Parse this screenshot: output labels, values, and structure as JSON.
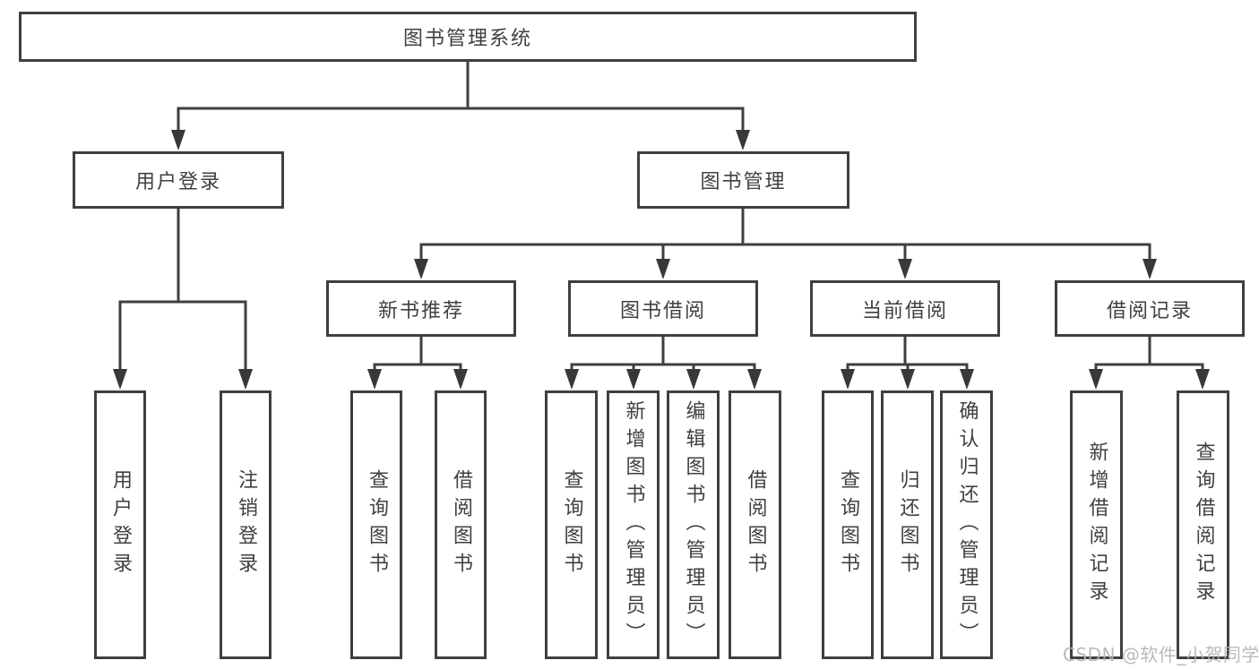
{
  "tree": {
    "root": {
      "label": "图书管理系统",
      "children": [
        {
          "label": "用户登录",
          "children": [
            {
              "label": "用户登录"
            },
            {
              "label": "注销登录"
            }
          ]
        },
        {
          "label": "图书管理",
          "children": [
            {
              "label": "新书推荐",
              "children": [
                {
                  "label": "查询图书"
                },
                {
                  "label": "借阅图书"
                }
              ]
            },
            {
              "label": "图书借阅",
              "children": [
                {
                  "label": "查询图书"
                },
                {
                  "label": "新增图书（管理员）"
                },
                {
                  "label": "编辑图书（管理员）"
                },
                {
                  "label": "借阅图书"
                }
              ]
            },
            {
              "label": "当前借阅",
              "children": [
                {
                  "label": "查询图书"
                },
                {
                  "label": "归还图书"
                },
                {
                  "label": "确认归还（管理员）"
                }
              ]
            },
            {
              "label": "借阅记录",
              "children": [
                {
                  "label": "新增借阅记录"
                },
                {
                  "label": "查询借阅记录"
                }
              ]
            }
          ]
        }
      ]
    }
  },
  "watermark": {
    "text": "CSDN @软件_小贺同学"
  },
  "colors": {
    "line": "#3f3f3f",
    "arrowhead": "#383838",
    "box_border": "#3f3f3f",
    "text": "#404040",
    "watermark": "#b3b3b3",
    "background": "#ffffff"
  }
}
